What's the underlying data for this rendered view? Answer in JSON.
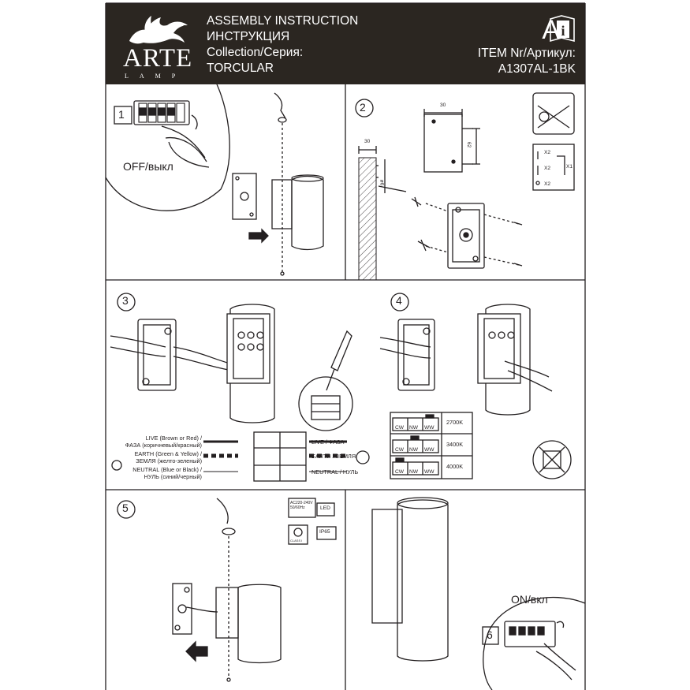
{
  "header": {
    "logo_word": "ARTE",
    "logo_sub": "LAMP",
    "line1": "ASSEMBLY INSTRUCTION",
    "line2": "ИНСТРУКЦИЯ",
    "line3": "Collection/Серия:",
    "line4": "TORCULAR",
    "letter": "A",
    "item_label": "ITEM Nr/Артикул:",
    "item_code": "A1307AL-1BK"
  },
  "steps": {
    "s1": "1",
    "s2": "2",
    "s3": "3",
    "s4": "4",
    "s5": "5",
    "s6": "6",
    "off": "OFF/выкл",
    "on": "ON/вкл"
  },
  "dims": {
    "w30": "30",
    "h62": "62",
    "wall30": "30",
    "dia": "ø6",
    "x1": "X1",
    "x2a": "X2",
    "x2b": "X2",
    "x2c": "X2"
  },
  "wiring": {
    "live_l1": "LIVE (Brown or Red) /",
    "live_l2": "ФАЗА (коричневый/красный)",
    "earth_l1": "EARTH (Green & Yellow) /",
    "earth_l2": "ЗЕМЛЯ (желто-зеленый)",
    "neutral_l1": "NEUTRAL (Blue or Black) /",
    "neutral_l2": "НУЛЬ (синий/черный)",
    "live_r": "LIVE / ФАЗА",
    "earth_r": "EARTH / ЗЕМЛЯ",
    "neutral_r": "NEUTRAL / НУЛЬ"
  },
  "cct": {
    "switch_labels": [
      "CW",
      "NW",
      "WW"
    ],
    "rows": [
      "2700K",
      "3400K",
      "4000K"
    ]
  },
  "specs": {
    "voltage_l1": "AC220-240V",
    "voltage_l2": "50/60Hz",
    "led": "LED",
    "class": "CLASS I",
    "ip": "IP65"
  }
}
